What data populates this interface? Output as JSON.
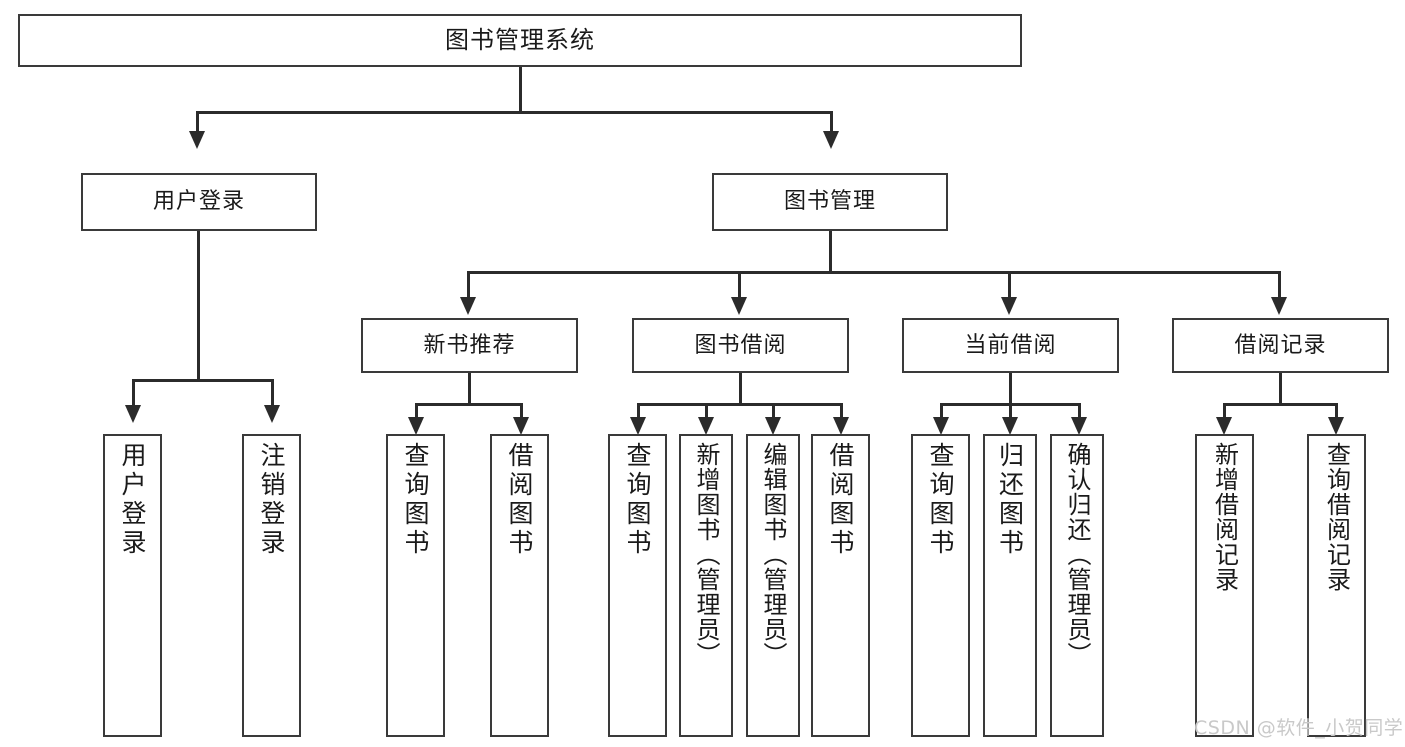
{
  "diagram": {
    "title": "图书管理系统",
    "type": "tree-hierarchy-chart",
    "root": {
      "id": "root",
      "label": "图书管理系统"
    },
    "level2": [
      {
        "id": "user-login",
        "label": "用户登录"
      },
      {
        "id": "book-management",
        "label": "图书管理"
      }
    ],
    "level3": [
      {
        "id": "new-book-recommend",
        "label": "新书推荐"
      },
      {
        "id": "book-borrow",
        "label": "图书借阅"
      },
      {
        "id": "current-borrow",
        "label": "当前借阅"
      },
      {
        "id": "borrow-record",
        "label": "借阅记录"
      }
    ],
    "leaves": {
      "user_login": [
        {
          "id": "leaf-user-login",
          "label": "用户登录"
        },
        {
          "id": "leaf-logout-login",
          "label": "注销登录"
        }
      ],
      "new_book_recommend": [
        {
          "id": "leaf-query-book-1",
          "label": "查询图书"
        },
        {
          "id": "leaf-borrow-book-1",
          "label": "借阅图书"
        }
      ],
      "book_borrow": [
        {
          "id": "leaf-query-book-2",
          "label": "查询图书"
        },
        {
          "id": "leaf-add-book-admin",
          "label": "新增图书（管理员）"
        },
        {
          "id": "leaf-edit-book-admin",
          "label": "编辑图书（管理员）"
        },
        {
          "id": "leaf-borrow-book-2",
          "label": "借阅图书"
        }
      ],
      "current_borrow": [
        {
          "id": "leaf-query-book-3",
          "label": "查询图书"
        },
        {
          "id": "leaf-return-book",
          "label": "归还图书"
        },
        {
          "id": "leaf-confirm-return-admin",
          "label": "确认归还（管理员）"
        }
      ],
      "borrow_record": [
        {
          "id": "leaf-add-borrow-record",
          "label": "新增借阅记录"
        },
        {
          "id": "leaf-query-borrow-record",
          "label": "查询借阅记录"
        }
      ]
    }
  },
  "watermark": {
    "text": "CSDN @软件_小贺同学"
  },
  "colors": {
    "background": "#ffffff",
    "box_border": "#3a3a3a",
    "connector": "#2b2b2b",
    "text": "#1a1a1a",
    "watermark": "#c9c9c9"
  }
}
